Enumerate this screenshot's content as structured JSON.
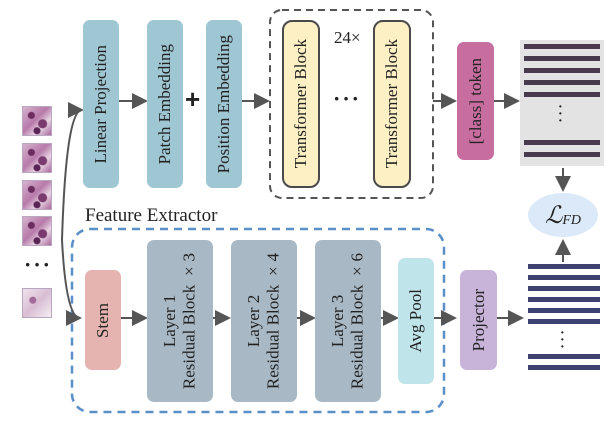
{
  "top": {
    "linear_projection": "Linear Projection",
    "patch_embedding": "Patch Embedding",
    "plus": "+",
    "position_embedding": "Position Embedding",
    "repeat": "24×",
    "transformer_block_1": "Transformer Block",
    "ellipsis": "···",
    "transformer_block_2": "Transformer Block",
    "class_token": "[class] token"
  },
  "bottom": {
    "title": "Feature Extractor",
    "stem": "Stem",
    "layer1_l1": "Layer 1",
    "layer1_l2": "Residual Block ×3",
    "layer2_l1": "Layer 2",
    "layer2_l2": "Residual Block ×4",
    "layer3_l1": "Layer 3",
    "layer3_l2": "Residual Block ×6",
    "avg_pool": "Avg Pool",
    "projector": "Projector"
  },
  "loss": {
    "base": "ℒ",
    "sub": "FD"
  },
  "input": {
    "ellipsis": "···"
  },
  "colors": {
    "embedding": "#9ec6d3",
    "transformer": "#fdf0c4",
    "class_token": "#c86da0",
    "stem": "#e5b4b1",
    "residual": "#a8b8c4",
    "avg_pool": "#bfe4ea",
    "projector": "#c8b3d9",
    "token_bar_top": "#4a3a4e",
    "token_bar_bottom": "#3d4270",
    "loss_bubble": "#dce9f8",
    "feature_border": "#5b8fc7"
  }
}
